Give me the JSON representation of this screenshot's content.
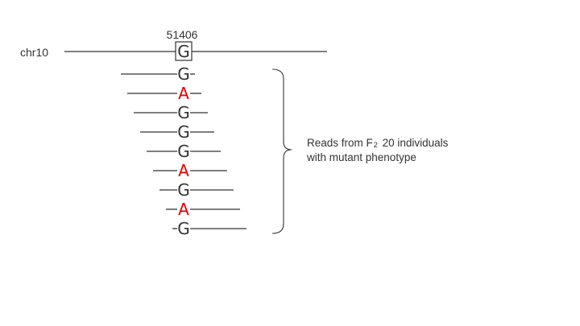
{
  "chromosome": "chr10",
  "position": "51406",
  "reference_base": "G",
  "reads": [
    "G",
    "A",
    "G",
    "G",
    "G",
    "A",
    "G",
    "A",
    "G"
  ],
  "note": {
    "line1_prefix": "Reads from F",
    "line1_sub": "2",
    "line1_suffix": "20 individuals",
    "line2": "with mutant phenotype"
  },
  "colors": {
    "reference": "#333333",
    "mutant": "#e00000",
    "line": "#333333"
  }
}
